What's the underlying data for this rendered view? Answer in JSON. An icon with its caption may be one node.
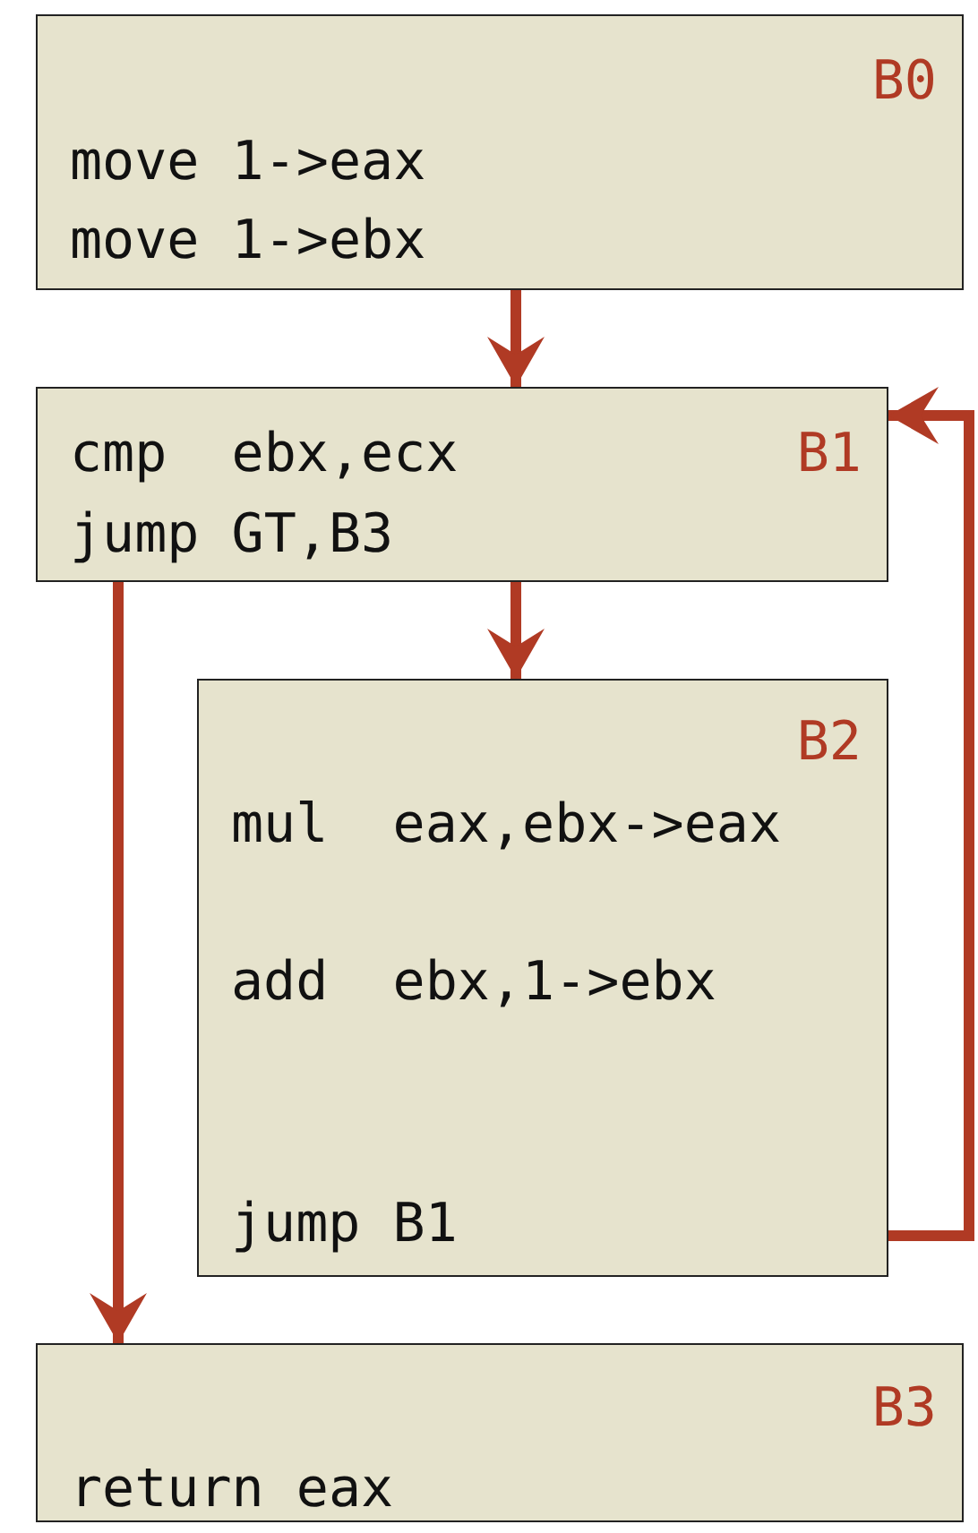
{
  "diagram": {
    "nodes": [
      {
        "text": [
          "B0",
          "move 1->eax",
          "move 1->ebx"
        ]
      },
      {
        "text": [
          "cmp  ebx,ecx",
          "B1",
          "jump GT,B3"
        ]
      },
      {
        "text": [
          "B2",
          "mul  eax,ebx->eax",
          "add  ebx,1->ebx",
          "jump B1"
        ]
      },
      {
        "text": [
          "B3",
          "return eax"
        ]
      }
    ],
    "edges": [
      {
        "from": 0,
        "to": 1,
        "arrow": "to"
      },
      {
        "from": 1,
        "to": 2,
        "arrow": "to"
      },
      {
        "from": 1,
        "to": 3,
        "arrow": "to"
      },
      {
        "from": 2,
        "to": 1,
        "arrow": "to"
      }
    ]
  }
}
